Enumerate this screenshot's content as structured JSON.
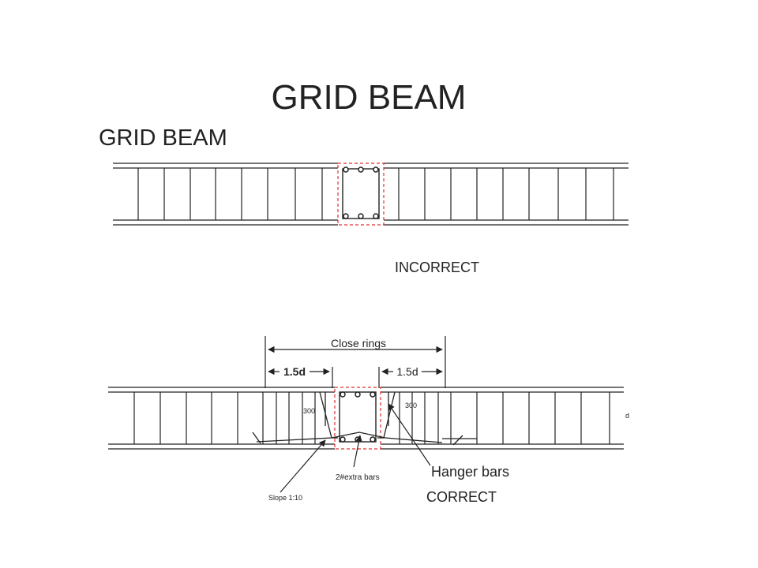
{
  "slide": {
    "title": "GRID BEAM",
    "subtitle": "GRID BEAM"
  },
  "incorrect": {
    "label": "INCORRECT"
  },
  "correct": {
    "label": "CORRECT",
    "close_rings": "Close rings",
    "dim_left": "1.5d",
    "dim_right": "1.5d",
    "spacing_left": "300",
    "spacing_right": "300",
    "depth": "d",
    "hanger_bars": "Hanger bars",
    "extra_bars": "2#extra bars",
    "slope": "Slope 1:10"
  },
  "colors": {
    "line": "#222222",
    "column_outline": "#e03030"
  }
}
